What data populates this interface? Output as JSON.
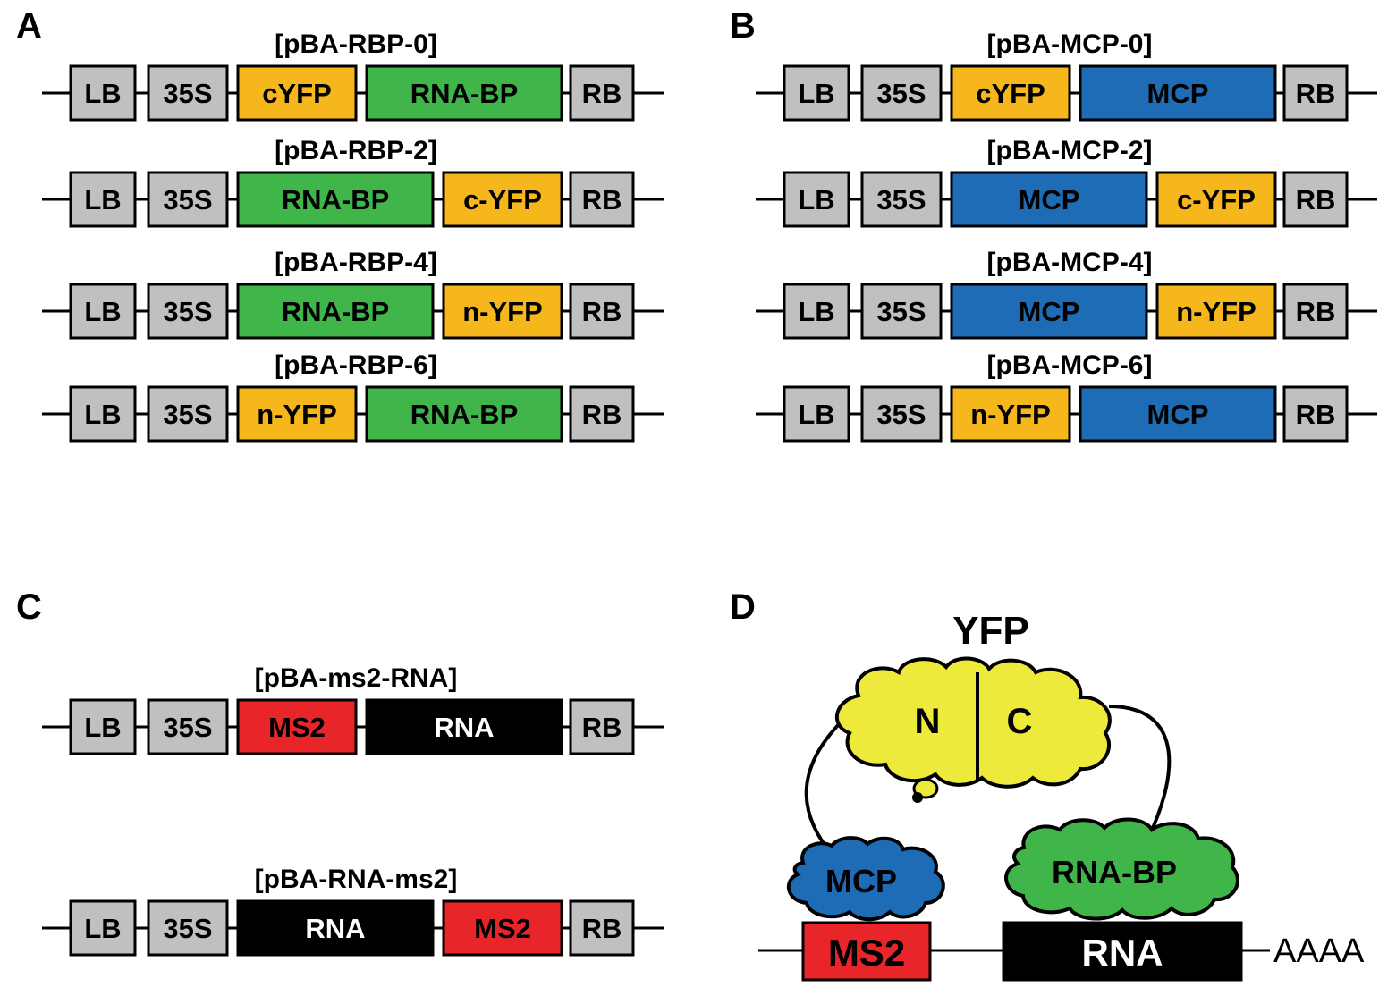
{
  "panels": {
    "A": {
      "letter": "A",
      "constructs": [
        {
          "name": "[pBA-RBP-0]",
          "parts": [
            {
              "label": "LB",
              "color": "#c0c0c0"
            },
            {
              "label": "35S",
              "color": "#c0c0c0"
            },
            {
              "label": "cYFP",
              "color": "#f5b71c"
            },
            {
              "label": "RNA-BP",
              "color": "#3fb54a"
            },
            {
              "label": "RB",
              "color": "#c0c0c0"
            }
          ]
        },
        {
          "name": "[pBA-RBP-2]",
          "parts": [
            {
              "label": "LB",
              "color": "#c0c0c0"
            },
            {
              "label": "35S",
              "color": "#c0c0c0"
            },
            {
              "label": "RNA-BP",
              "color": "#3fb54a"
            },
            {
              "label": "c-YFP",
              "color": "#f5b71c"
            },
            {
              "label": "RB",
              "color": "#c0c0c0"
            }
          ]
        },
        {
          "name": "[pBA-RBP-4]",
          "parts": [
            {
              "label": "LB",
              "color": "#c0c0c0"
            },
            {
              "label": "35S",
              "color": "#c0c0c0"
            },
            {
              "label": "RNA-BP",
              "color": "#3fb54a"
            },
            {
              "label": "n-YFP",
              "color": "#f5b71c"
            },
            {
              "label": "RB",
              "color": "#c0c0c0"
            }
          ]
        },
        {
          "name": "[pBA-RBP-6]",
          "parts": [
            {
              "label": "LB",
              "color": "#c0c0c0"
            },
            {
              "label": "35S",
              "color": "#c0c0c0"
            },
            {
              "label": "n-YFP",
              "color": "#f5b71c"
            },
            {
              "label": "RNA-BP",
              "color": "#3fb54a"
            },
            {
              "label": "RB",
              "color": "#c0c0c0"
            }
          ]
        }
      ]
    },
    "B": {
      "letter": "B",
      "constructs": [
        {
          "name": "[pBA-MCP-0]",
          "parts": [
            {
              "label": "LB",
              "color": "#c0c0c0"
            },
            {
              "label": "35S",
              "color": "#c0c0c0"
            },
            {
              "label": "cYFP",
              "color": "#f5b71c"
            },
            {
              "label": "MCP",
              "color": "#1d6cb5"
            },
            {
              "label": "RB",
              "color": "#c0c0c0"
            }
          ]
        },
        {
          "name": "[pBA-MCP-2]",
          "parts": [
            {
              "label": "LB",
              "color": "#c0c0c0"
            },
            {
              "label": "35S",
              "color": "#c0c0c0"
            },
            {
              "label": "MCP",
              "color": "#1d6cb5"
            },
            {
              "label": "c-YFP",
              "color": "#f5b71c"
            },
            {
              "label": "RB",
              "color": "#c0c0c0"
            }
          ]
        },
        {
          "name": "[pBA-MCP-4]",
          "parts": [
            {
              "label": "LB",
              "color": "#c0c0c0"
            },
            {
              "label": "35S",
              "color": "#c0c0c0"
            },
            {
              "label": "MCP",
              "color": "#1d6cb5"
            },
            {
              "label": "n-YFP",
              "color": "#f5b71c"
            },
            {
              "label": "RB",
              "color": "#c0c0c0"
            }
          ]
        },
        {
          "name": "[pBA-MCP-6]",
          "parts": [
            {
              "label": "LB",
              "color": "#c0c0c0"
            },
            {
              "label": "35S",
              "color": "#c0c0c0"
            },
            {
              "label": "n-YFP",
              "color": "#f5b71c"
            },
            {
              "label": "MCP",
              "color": "#1d6cb5"
            },
            {
              "label": "RB",
              "color": "#c0c0c0"
            }
          ]
        }
      ]
    },
    "C": {
      "letter": "C",
      "constructs": [
        {
          "name": "[pBA-ms2-RNA]",
          "parts": [
            {
              "label": "LB",
              "color": "#c0c0c0"
            },
            {
              "label": "35S",
              "color": "#c0c0c0"
            },
            {
              "label": "MS2",
              "color": "#e8262a"
            },
            {
              "label": "RNA",
              "color": "#000000"
            },
            {
              "label": "RB",
              "color": "#c0c0c0"
            }
          ]
        },
        {
          "name": "[pBA-RNA-ms2]",
          "parts": [
            {
              "label": "LB",
              "color": "#c0c0c0"
            },
            {
              "label": "35S",
              "color": "#c0c0c0"
            },
            {
              "label": "RNA",
              "color": "#000000"
            },
            {
              "label": "MS2",
              "color": "#e8262a"
            },
            {
              "label": "RB",
              "color": "#c0c0c0"
            }
          ]
        }
      ]
    },
    "D": {
      "letter": "D",
      "yfp_title": "YFP",
      "n_label": "N",
      "c_label": "C",
      "mcp_label": "MCP",
      "rnabp_label": "RNA-BP",
      "ms2_label": "MS2",
      "rna_label": "RNA",
      "polya_label": "AAAA",
      "colors": {
        "yfp": "#eeea3c",
        "mcp": "#1d6cb5",
        "rnabp": "#3fb54a",
        "ms2": "#e8262a",
        "rna": "#000000"
      }
    }
  }
}
